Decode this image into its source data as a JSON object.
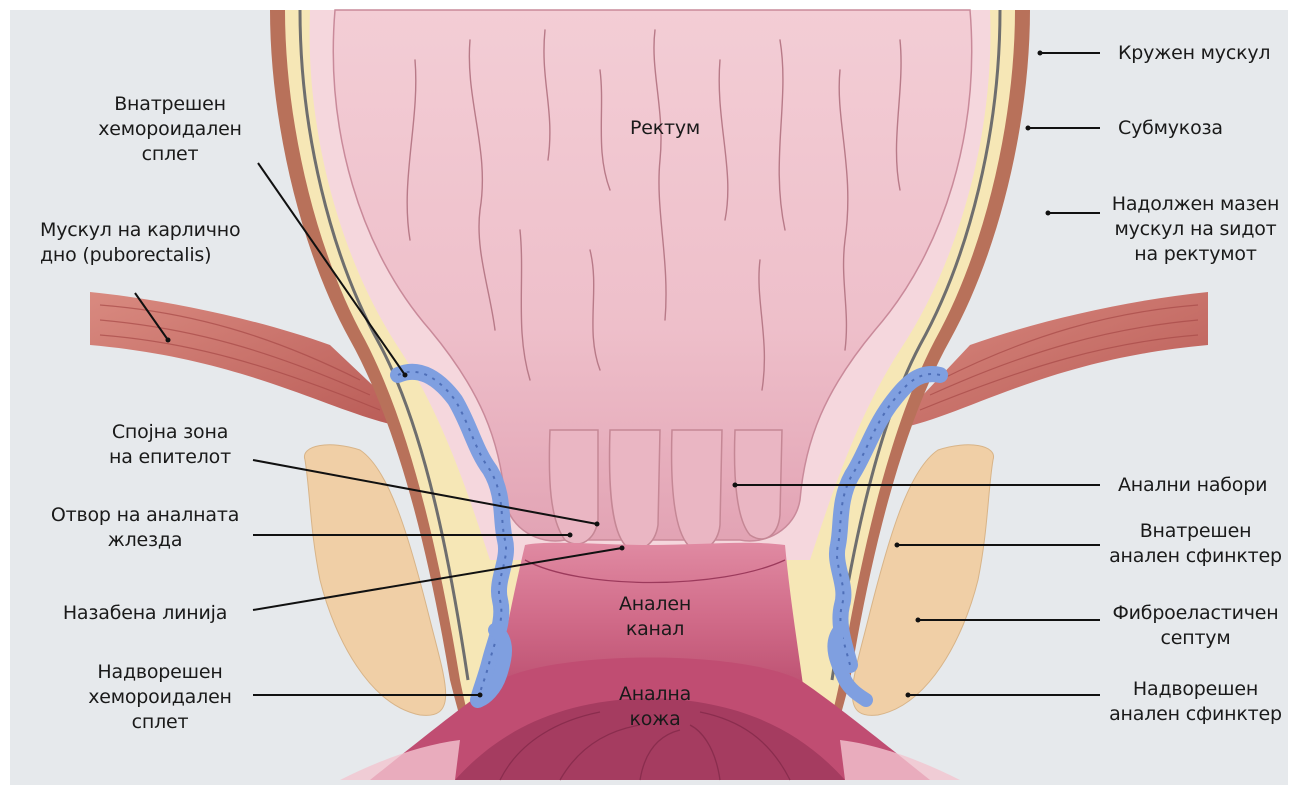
{
  "labels": {
    "rectum": "Ректум",
    "anal_canal": "Анален\nканал",
    "anal_skin": "Анална\nкожа",
    "internal_hemorrhoidal_plexus": "Внатрешен\nхемороидален\nсплет",
    "pelvic_floor_muscle": "Мускул на карлично\nдно (puborectalis)",
    "epithelium_junction_zone": "Спојна зона\nна епителот",
    "anal_gland_opening": "Отвор на аналната\nжлезда",
    "dentate_line": "Назабена линија",
    "external_hemorrhoidal_plexus": "Надворешен\nхемороидален\nсплет",
    "circular_muscle": "Кружен мускул",
    "submucosa": "Субмукоза",
    "longitudinal_smooth_muscle": "Надолжен мазен\nмускул на ѕидот\nна ректумот",
    "anal_folds": "Анални набори",
    "internal_anal_sphincter": "Внатрешен\nанален сфинктер",
    "fibroelastic_septum": "Фиброеластичен\nсептум",
    "external_anal_sphincter": "Надворешен\nанален сфинктер"
  },
  "colors": {
    "background_panel": "#e6e9ec",
    "mucosa": "#efc2cc",
    "mucosa_dark": "#c9587a",
    "wall_brown": "#b8715a",
    "submucosa_cream": "#f6e7b6",
    "vein_blue": "#7f9fe0",
    "muscle_red": "#c76a62",
    "sphincter_peach": "#f0cfa6",
    "leader_line": "#111111"
  }
}
